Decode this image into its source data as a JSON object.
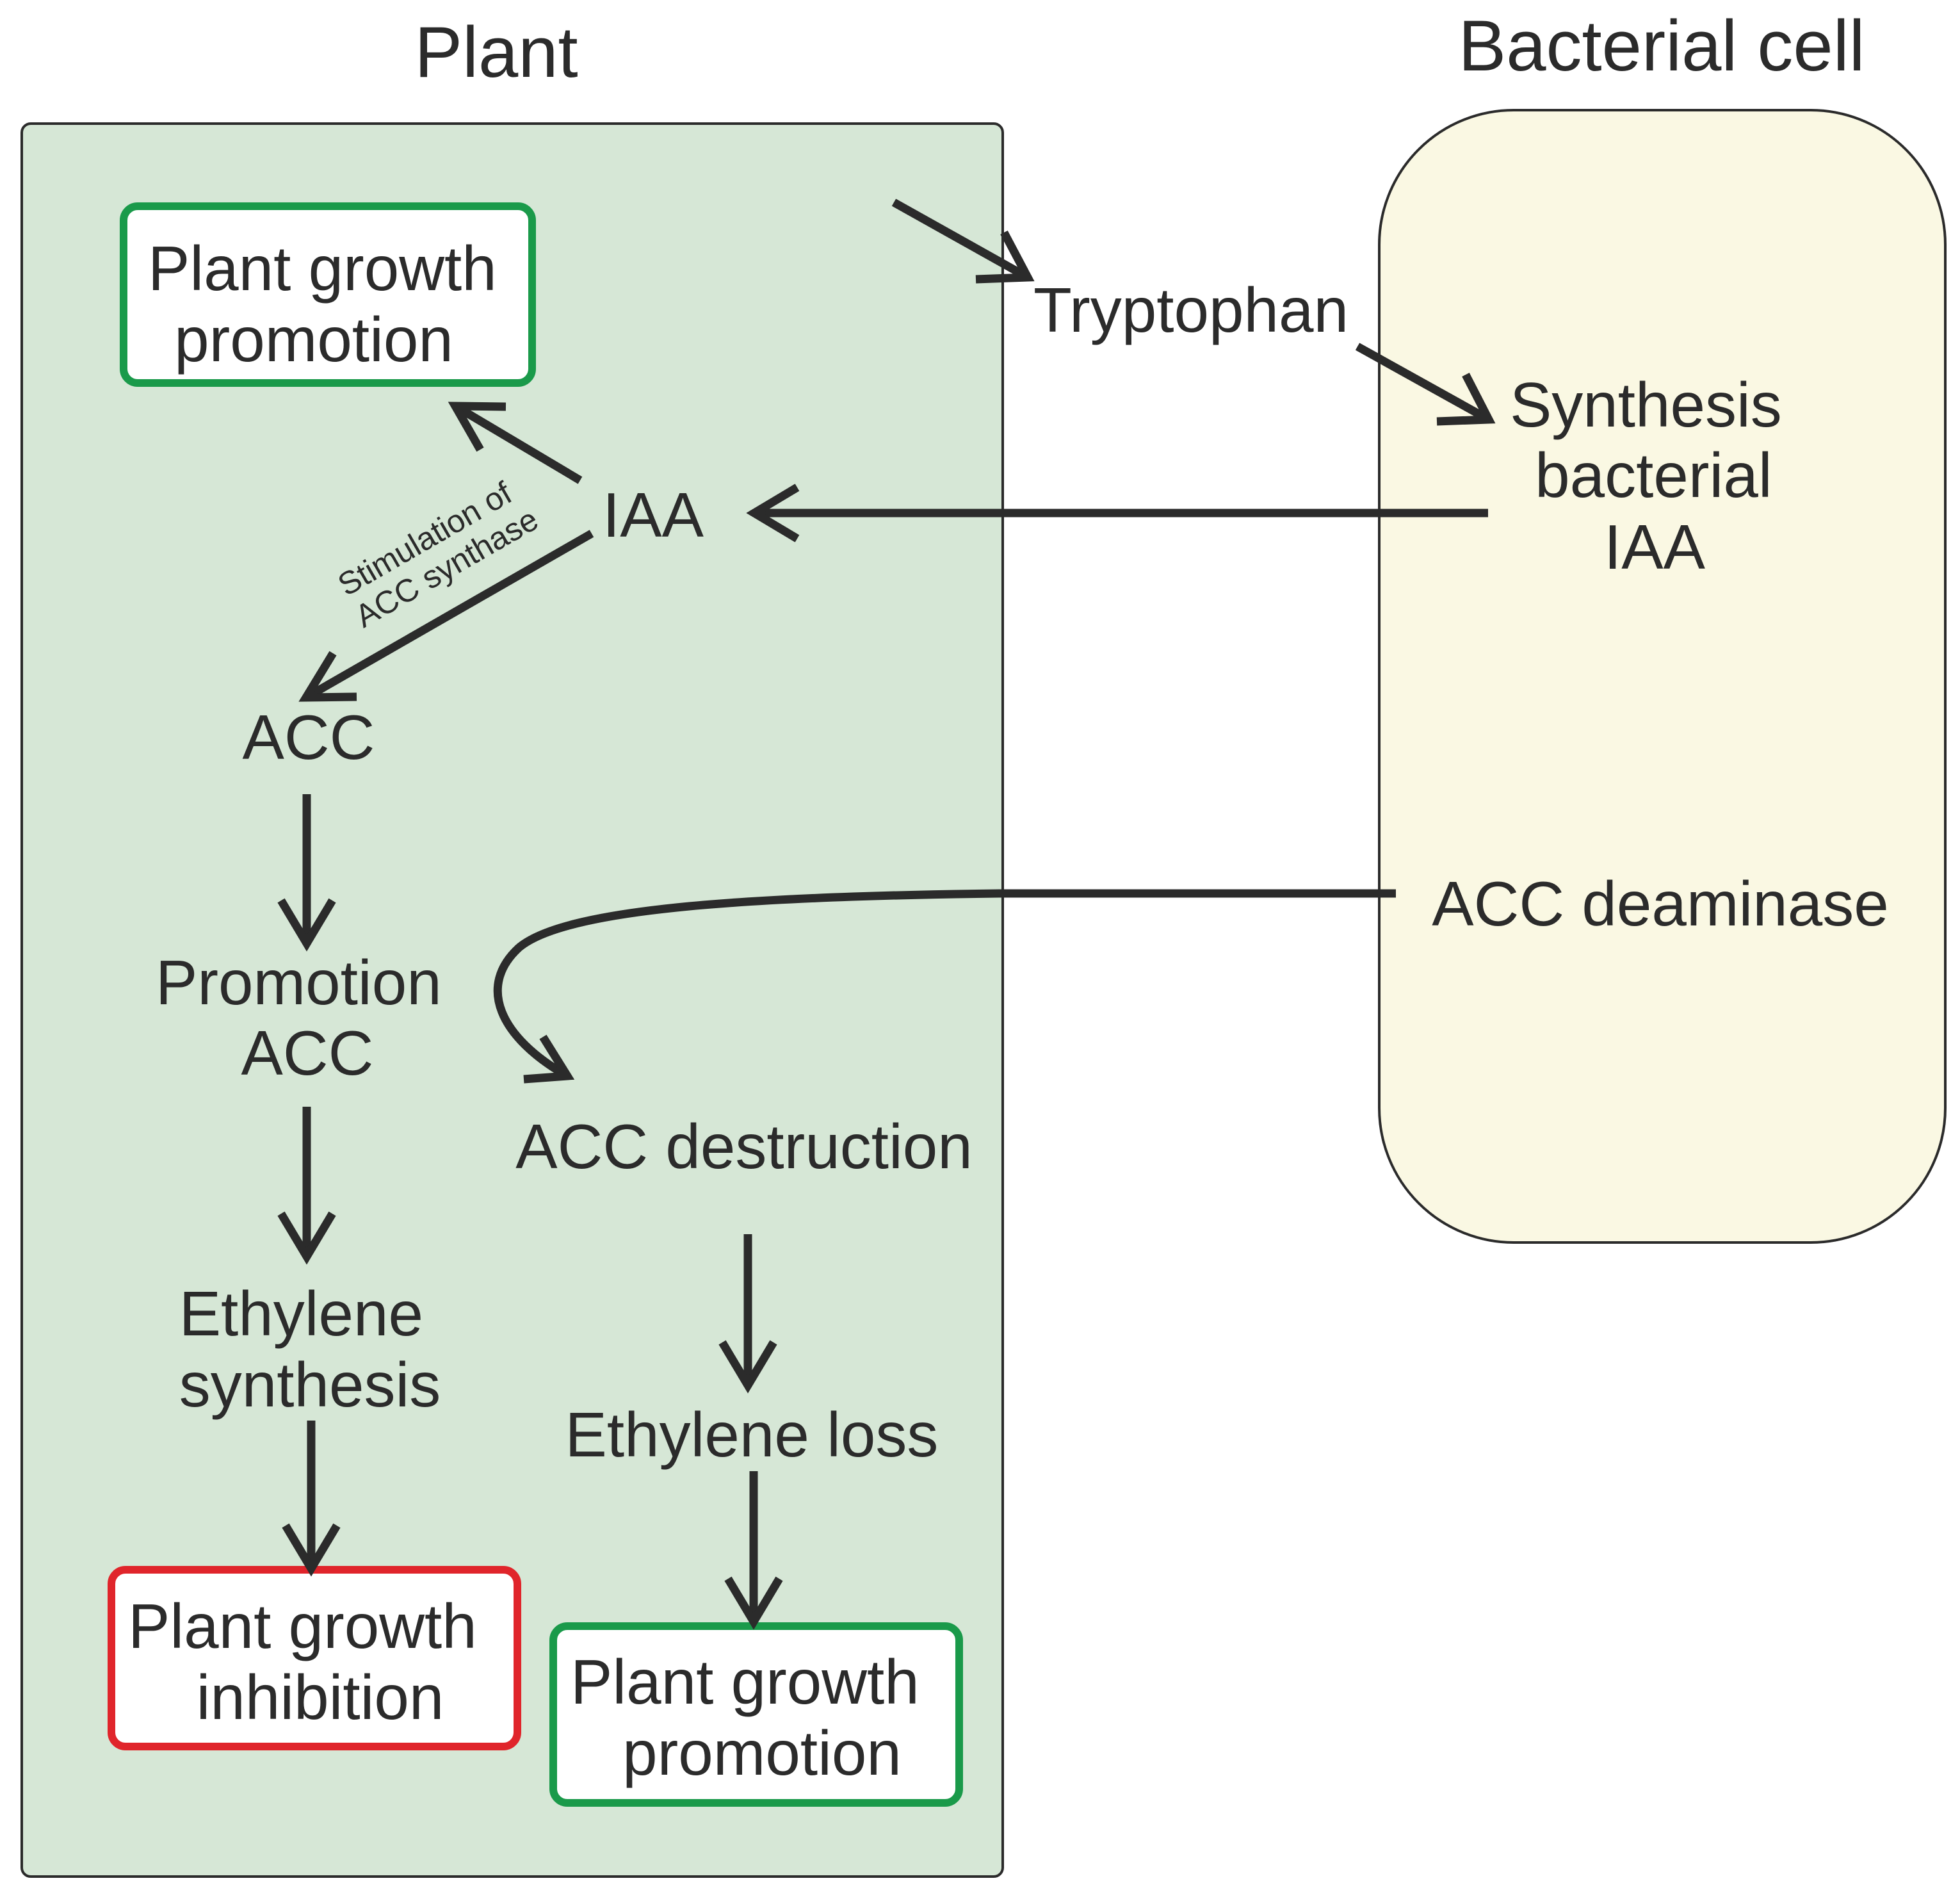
{
  "headings": {
    "plant": "Plant",
    "bacterial_cell": "Bacterial cell"
  },
  "nodes": {
    "tryptophan": "Tryptophan",
    "synthesis_bacterial_iaa": [
      "Synthesis",
      "bacterial",
      "IAA"
    ],
    "iaa": "IAA",
    "stimulation_label": [
      "Stimulation of",
      "ACC synthase"
    ],
    "acc": "ACC",
    "promotion_acc": [
      "Promotion",
      "ACC"
    ],
    "ethylene_synthesis": [
      "Ethylene",
      "synthesis"
    ],
    "acc_deaminase": "ACC deaminase",
    "acc_destruction": "ACC destruction",
    "ethylene_loss": "Ethylene loss",
    "growth_promotion_top": [
      "Plant growth",
      "promotion"
    ],
    "growth_inhibition": [
      "Plant growth",
      "inhibition"
    ],
    "growth_promotion_bottom": [
      "Plant growth",
      "promotion"
    ]
  },
  "colors": {
    "plant_fill": "#d6e7d6",
    "bacteria_fill": "#faf8e3",
    "outline": "#2b2b2b",
    "promotion_border": "#1a9a4a",
    "inhibition_border": "#e0252b",
    "box_fill": "#ffffff"
  }
}
